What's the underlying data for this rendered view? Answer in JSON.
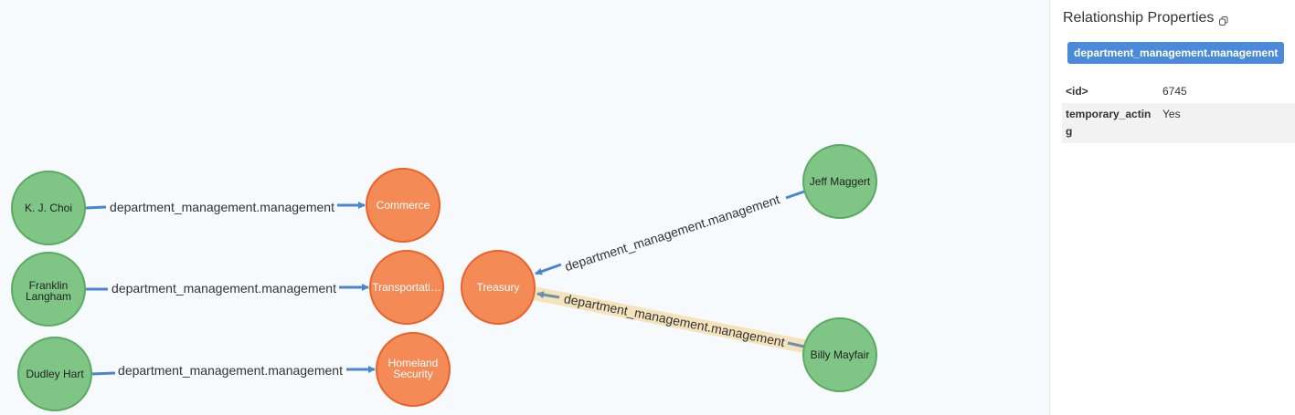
{
  "panel": {
    "title": "Relationship Properties",
    "copy_icon": "copy-icon",
    "badge": "department_management.management",
    "properties": [
      {
        "key": "<id>",
        "value": "6745"
      },
      {
        "key": "temporary_acting",
        "value": "Yes"
      }
    ]
  },
  "graph": {
    "relationship_label": "department_management.management",
    "colors": {
      "person_fill": "#7fc585",
      "dept_fill": "#f48b57",
      "edge": "#4a86d0",
      "selected_edge": "#6d8faa",
      "selection_halo": "#f5e3bd"
    },
    "nodes": {
      "choi": "K. J. Choi",
      "langham": [
        "Franklin",
        "Langham"
      ],
      "hart": "Dudley Hart",
      "commerce": "Commerce",
      "transportation": "Transportati…",
      "homeland": [
        "Homeland",
        "Security"
      ],
      "treasury": "Treasury",
      "maggert": "Jeff Maggert",
      "mayfair": "Billy Mayfair"
    }
  }
}
